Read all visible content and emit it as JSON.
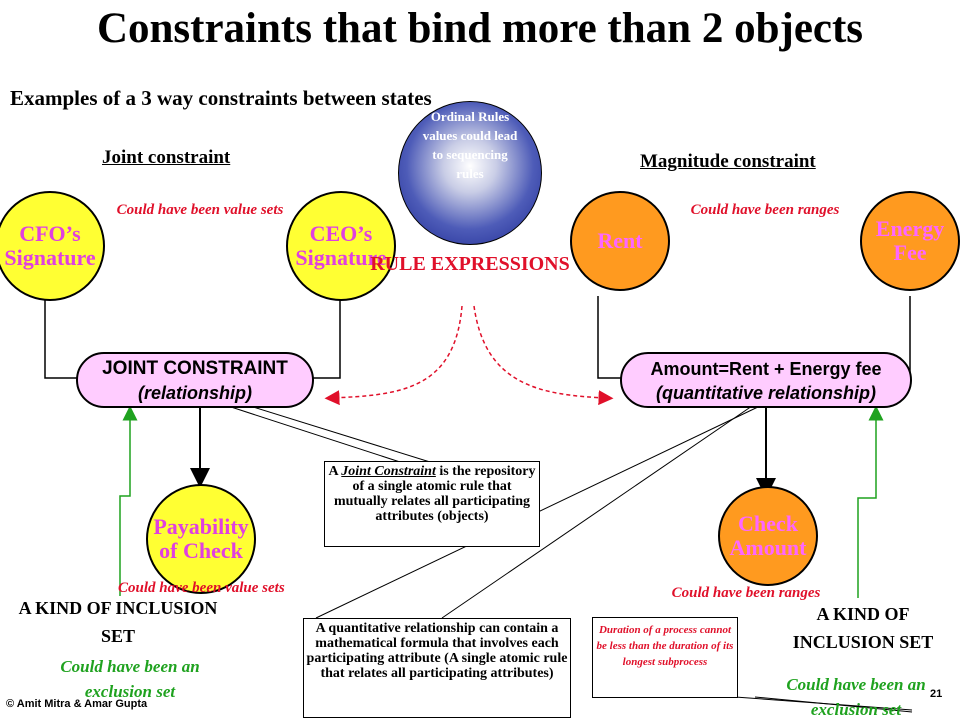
{
  "title": "Constraints that bind more than 2 objects",
  "subtitle": "Examples of a 3 way constraints between states",
  "left": {
    "header": "Joint constraint",
    "cfo": "CFO’s Signature",
    "ceo": "CEO’s Signature",
    "could_value_sets_top": "Could have been value sets",
    "constraint_line1": "JOINT CONSTRAINT",
    "constraint_line2": "(relationship)",
    "payability": "Payability of Check",
    "could_value_sets_bottom": "Could have been value sets",
    "kind_of": "A KIND OF INCLUSION SET",
    "exclusion": "Could have been an exclusion set",
    "joint_note_pre": "A ",
    "joint_note_em": "Joint Constraint",
    "joint_note_post": " is the repository of a single atomic rule that mutually relates all participating attributes (objects)"
  },
  "center": {
    "ball_text": "Ordinal Rules values could lead to sequencing rules",
    "rule_expressions": "RULE EXPRESSIONS",
    "quant_note": "A quantitative relationship can contain a mathematical formula that involves each participating attribute (A single atomic rule that relates all participating attributes)",
    "duration_note": "Duration of a process cannot be less than the duration of its longest subprocess"
  },
  "right": {
    "header": "Magnitude constraint",
    "rent": "Rent",
    "energy": "Energy Fee",
    "could_ranges_top": "Could have been ranges",
    "constraint_line1": "Amount=Rent + Energy fee",
    "constraint_line2": "(quantitative relationship)",
    "check_amount": "Check Amount",
    "could_ranges_bottom": "Could have been ranges",
    "kind_of": "A KIND OF INCLUSION SET",
    "exclusion": "Could have been an exclusion set"
  },
  "footer": {
    "copyright": "© Amit Mitra & Amar Gupta",
    "page_number": "21"
  },
  "colors": {
    "yellow_node": "#ffff33",
    "orange_node": "#ff9a1f",
    "pink_node_text": "#ff66ff",
    "pill_fill": "#ffccff",
    "red_text": "#e0102a",
    "green_text": "#1fa21f"
  }
}
